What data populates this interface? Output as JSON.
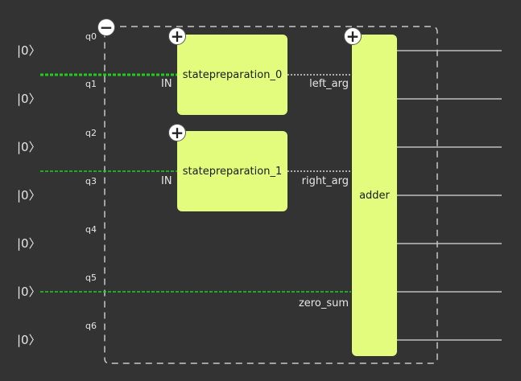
{
  "qubits": [
    {
      "ket": "|0〉",
      "label": "q0"
    },
    {
      "ket": "|0〉",
      "label": "q1"
    },
    {
      "ket": "|0〉",
      "label": "q2"
    },
    {
      "ket": "|0〉",
      "label": "q3"
    },
    {
      "ket": "|0〉",
      "label": "q4"
    },
    {
      "ket": "|0〉",
      "label": "q5"
    },
    {
      "ket": "|0〉",
      "label": "q6"
    }
  ],
  "blocks": {
    "sp0": {
      "label": "statepreparation_0",
      "in_label": "IN"
    },
    "sp1": {
      "label": "statepreparation_1",
      "in_label": "IN"
    },
    "adder": {
      "label": "adder"
    }
  },
  "ports": {
    "left_arg": "left_arg",
    "right_arg": "right_arg",
    "zero_sum": "zero_sum"
  },
  "toggles": {
    "collapse": "−",
    "expand": "+"
  },
  "colors": {
    "background": "#333333",
    "block": "#e4fc7e",
    "wire": "#bfbfbf",
    "wire_highlight": "#22cc22",
    "dashed_box": "#c8c8c8"
  }
}
